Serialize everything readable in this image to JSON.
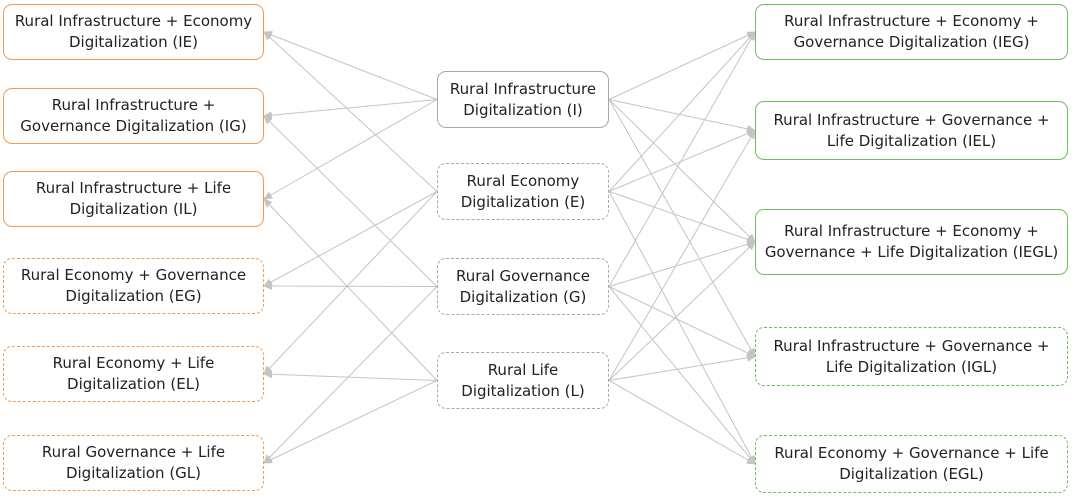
{
  "nodes": {
    "I": "Rural Infrastructure\nDigitalization (I)",
    "E": "Rural Economy\nDigitalization (E)",
    "G": "Rural Governance\nDigitalization (G)",
    "L": "Rural Life\nDigitalization (L)",
    "IE": "Rural Infrastructure + Economy\nDigitalization (IE)",
    "IG": "Rural Infrastructure +\nGovernance Digitalization (IG)",
    "IL": "Rural Infrastructure + Life\nDigitalization (IL)",
    "EG": "Rural Economy + Governance\nDigitalization (EG)",
    "EL": "Rural Economy + Life\nDigitalization (EL)",
    "GL": "Rural Governance + Life\nDigitalization (GL)",
    "IEG": "Rural Infrastructure + Economy +\nGovernance Digitalization (IEG)",
    "IEL": "Rural Infrastructure + Governance +\nLife Digitalization (IEL)",
    "IEGL": "Rural Infrastructure + Economy +\nGovernance + Life Digitalization (IEGL)",
    "IGL": "Rural Infrastructure + Governance +\nLife Digitalization (IGL)",
    "EGL": "Rural Economy + Governance + Life\nDigitalization (EGL)"
  },
  "edges": {
    "left": [
      [
        "I",
        "IE"
      ],
      [
        "I",
        "IG"
      ],
      [
        "I",
        "IL"
      ],
      [
        "E",
        "IE"
      ],
      [
        "E",
        "EG"
      ],
      [
        "E",
        "EL"
      ],
      [
        "G",
        "IG"
      ],
      [
        "G",
        "EG"
      ],
      [
        "G",
        "GL"
      ],
      [
        "L",
        "IL"
      ],
      [
        "L",
        "EL"
      ],
      [
        "L",
        "GL"
      ]
    ],
    "right": [
      [
        "I",
        "IEG"
      ],
      [
        "I",
        "IEL"
      ],
      [
        "I",
        "IEGL"
      ],
      [
        "I",
        "IGL"
      ],
      [
        "E",
        "IEG"
      ],
      [
        "E",
        "IEL"
      ],
      [
        "E",
        "IEGL"
      ],
      [
        "E",
        "EGL"
      ],
      [
        "G",
        "IEG"
      ],
      [
        "G",
        "IEGL"
      ],
      [
        "G",
        "IGL"
      ],
      [
        "G",
        "EGL"
      ],
      [
        "L",
        "IEL"
      ],
      [
        "L",
        "IEGL"
      ],
      [
        "L",
        "IGL"
      ],
      [
        "L",
        "EGL"
      ]
    ]
  },
  "colors": {
    "orange": "#f39a50",
    "green": "#6cbf5a",
    "gray": "#a8a8a8",
    "arrow": "#c4c4c4"
  }
}
